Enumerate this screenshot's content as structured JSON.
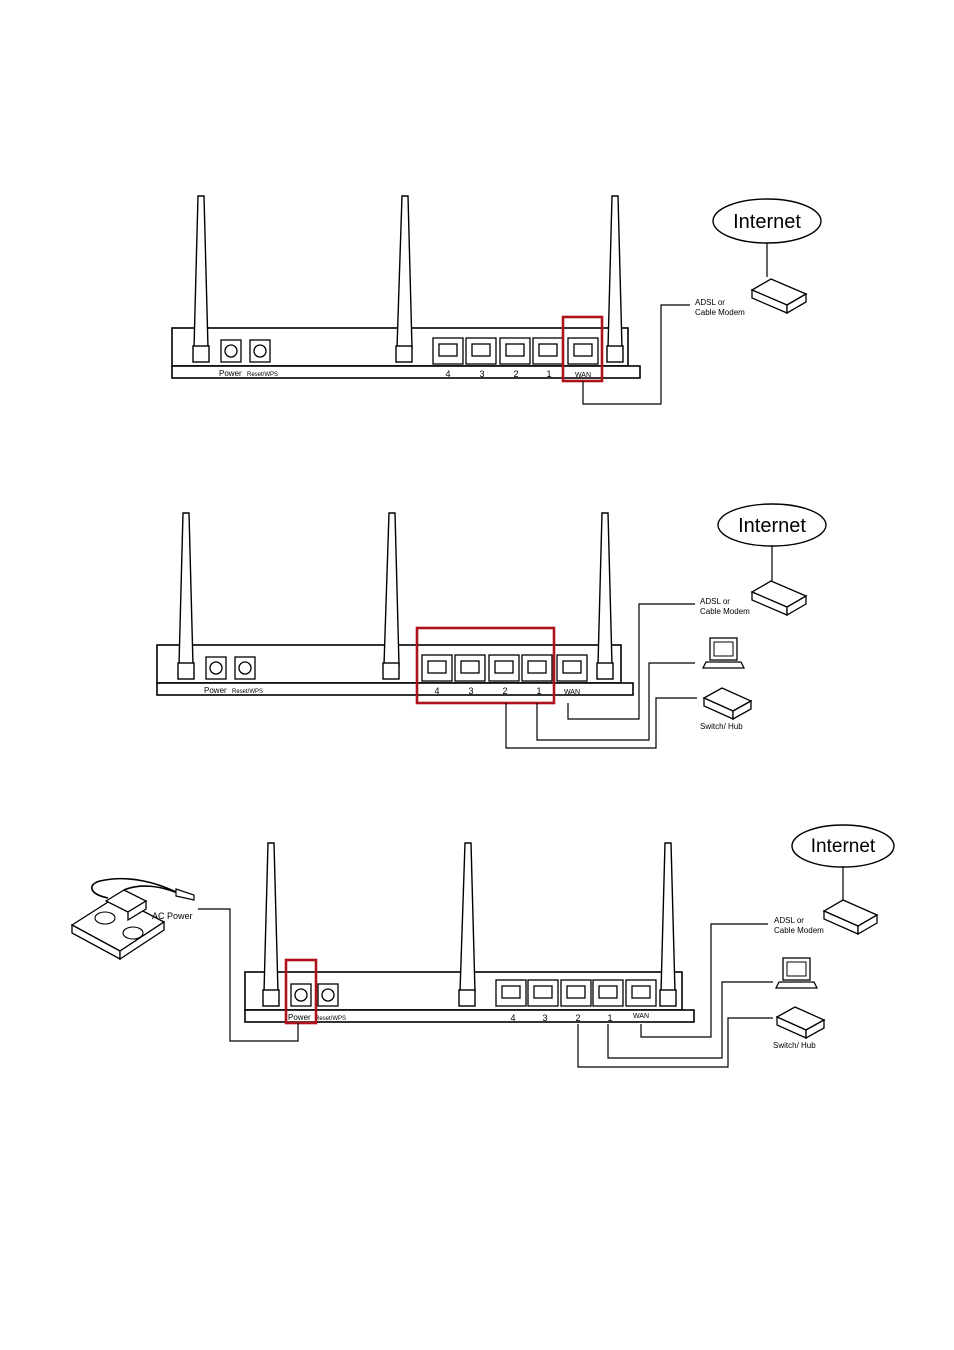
{
  "router": {
    "port_labels": [
      "4",
      "3",
      "2",
      "1"
    ],
    "wan_label": "WAN",
    "power_label": "Power",
    "reset_label": "Reset/WPS"
  },
  "devices": {
    "internet_label": "Internet",
    "modem_label_line1": "ADSL or",
    "modem_label_line2": "Cable Modem",
    "switch_label": "Switch/ Hub",
    "ac_power_label": "AC Power"
  },
  "highlight_color": "#b0121b"
}
